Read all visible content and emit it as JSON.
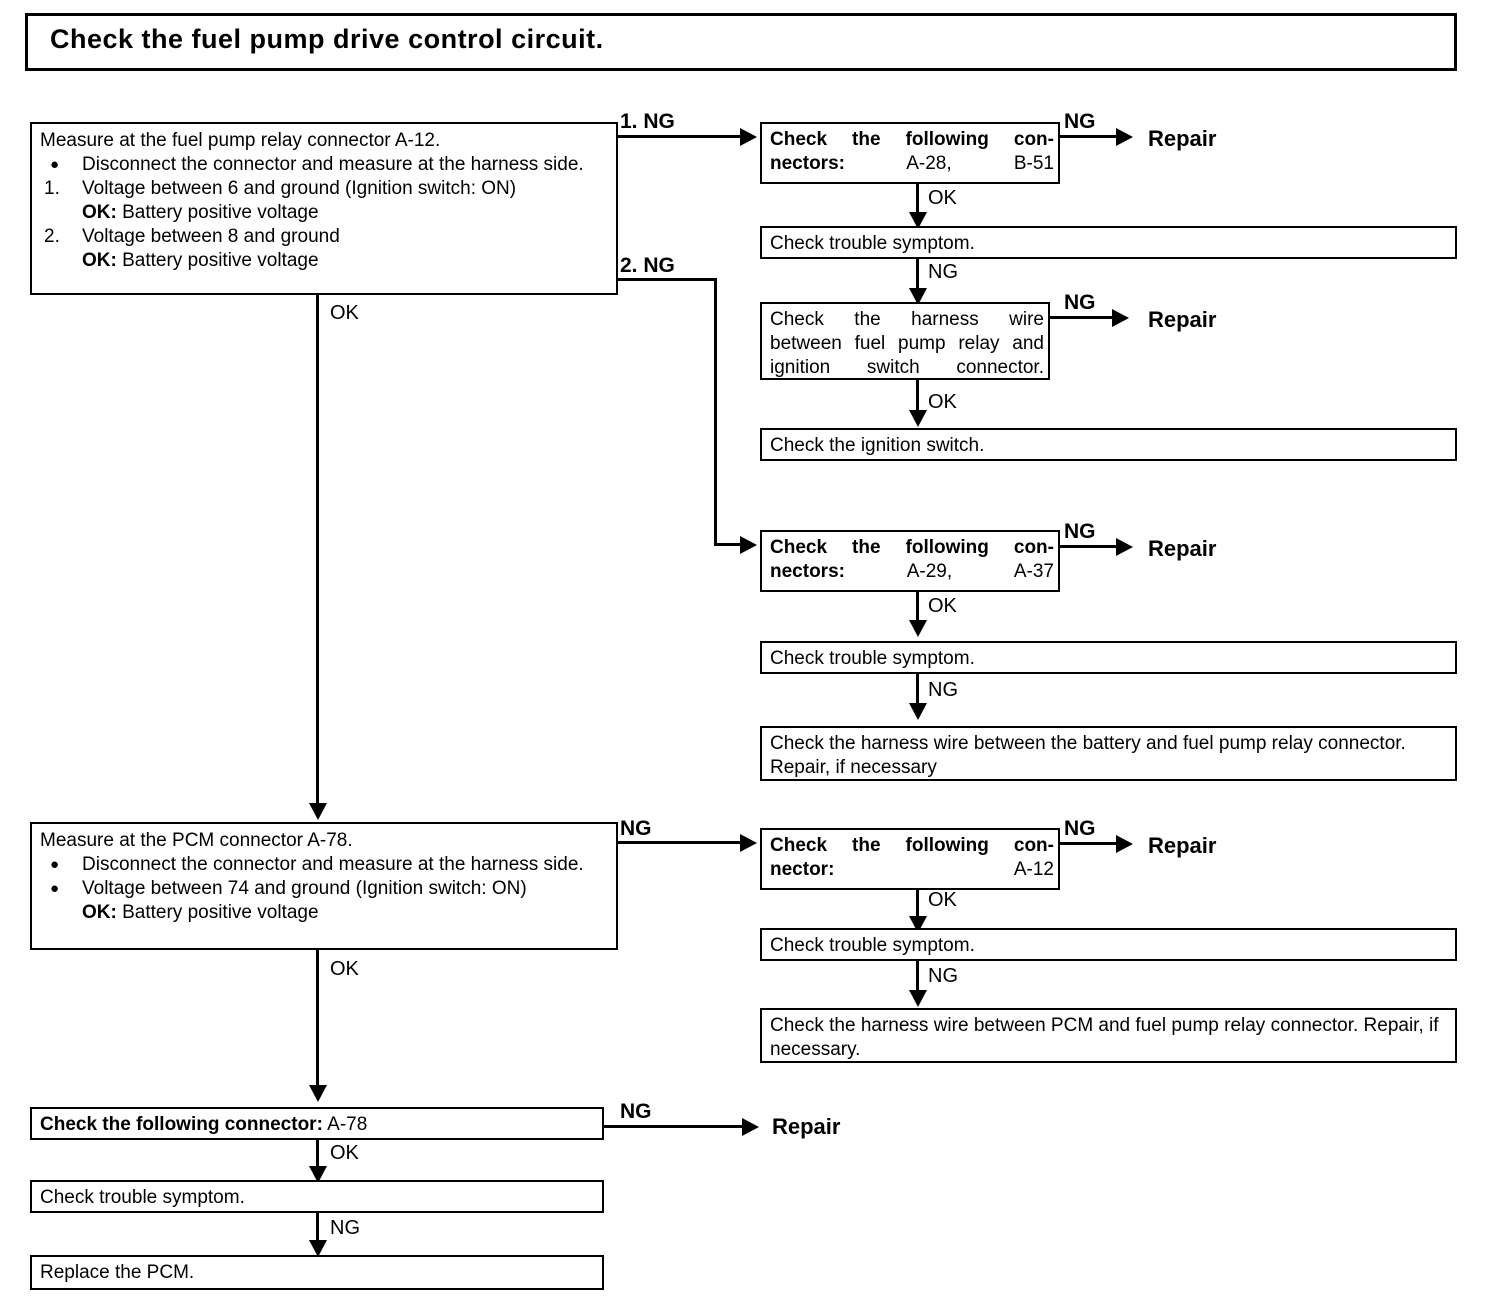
{
  "title": "Check the fuel pump drive control circuit.",
  "labels": {
    "ok": "OK",
    "ng": "NG",
    "ng1": "1. NG",
    "ng2": "2. NG",
    "repair": "Repair"
  },
  "boxes": {
    "measure_relay": {
      "heading": "Measure at the fuel pump relay connector A-12.",
      "items": [
        {
          "marker": "●",
          "text": "Disconnect the connector and measure at the harness side."
        },
        {
          "marker": "1.",
          "text": "Voltage between 6 and ground (Ignition switch: ON)"
        },
        {
          "marker": "",
          "text_bold": "OK:",
          "text": "Battery positive voltage"
        },
        {
          "marker": "2.",
          "text": "Voltage between 8 and ground"
        },
        {
          "marker": "",
          "text_bold": "OK:",
          "text": "Battery positive voltage"
        }
      ]
    },
    "measure_pcm": {
      "heading": "Measure at the PCM connector A-78.",
      "items": [
        {
          "marker": "●",
          "text": "Disconnect the connector and measure at the harness side."
        },
        {
          "marker": "●",
          "text": "Voltage between 74 and ground (Ignition switch: ON)"
        },
        {
          "marker": "",
          "text_bold": "OK:",
          "text": "Battery positive voltage"
        }
      ]
    },
    "connectors_a28_b51": {
      "bold": "Check the following con-nectors:",
      "rest": "A-28, B-51"
    },
    "connectors_a29_a37": {
      "bold": "Check the following con-nectors:",
      "rest": "A-29, A-37"
    },
    "connector_a12": {
      "bold": "Check the following con-nector:",
      "rest": "A-12"
    },
    "connector_a78": {
      "bold": "Check the following connector:",
      "rest": "A-78"
    },
    "trouble_symptom_1": "Check trouble symptom.",
    "trouble_symptom_2": "Check trouble symptom.",
    "trouble_symptom_3": "Check trouble symptom.",
    "trouble_symptom_4": "Check trouble symptom.",
    "harness_relay_ignition": "Check the harness wire between fuel pump relay and ignition switch connector.",
    "ignition_switch": "Check the ignition switch.",
    "harness_battery_relay": "Check the harness wire between the battery and fuel pump relay connector. Repair, if necessary",
    "harness_pcm_relay": "Check the harness wire between PCM and fuel pump relay connector. Repair, if necessary.",
    "replace_pcm": "Replace the PCM."
  }
}
